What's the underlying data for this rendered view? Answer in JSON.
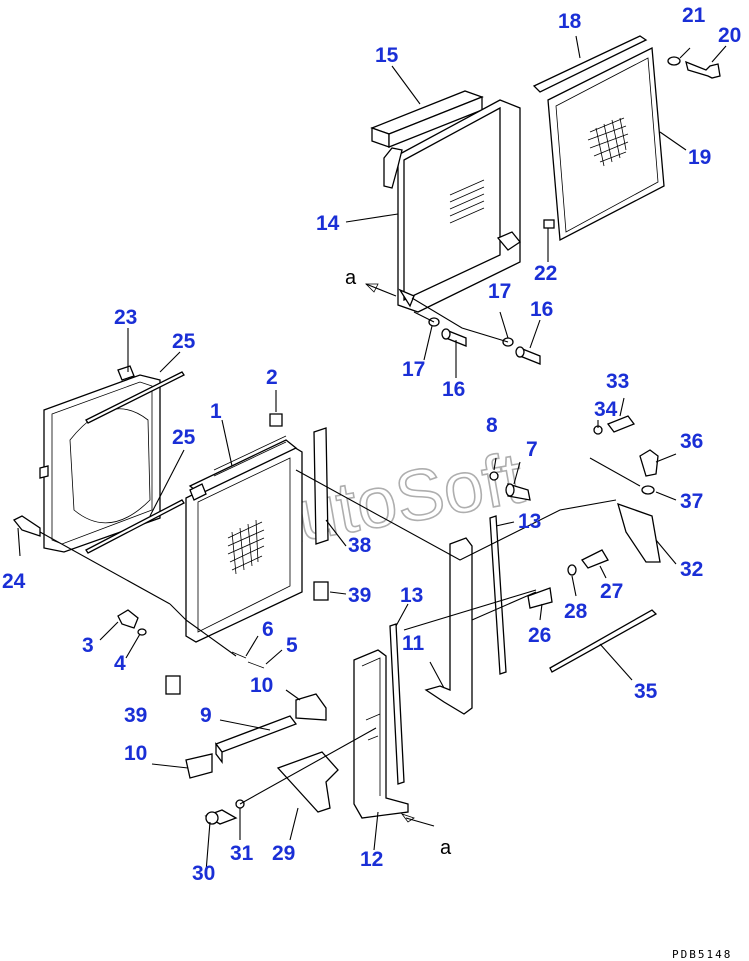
{
  "watermark": "AutoSoft",
  "drawing_code": "PDB5148",
  "view_letter": "a",
  "callouts": [
    "15",
    "18",
    "21",
    "20",
    "19",
    "14",
    "22",
    "17",
    "16",
    "17",
    "16",
    "23",
    "25",
    "2",
    "1",
    "25",
    "8",
    "7",
    "34",
    "33",
    "36",
    "37",
    "13",
    "32",
    "24",
    "38",
    "39",
    "13",
    "28",
    "27",
    "26",
    "3",
    "4",
    "6",
    "5",
    "11",
    "35",
    "10",
    "39",
    "9",
    "10",
    "30",
    "31",
    "29",
    "12"
  ]
}
